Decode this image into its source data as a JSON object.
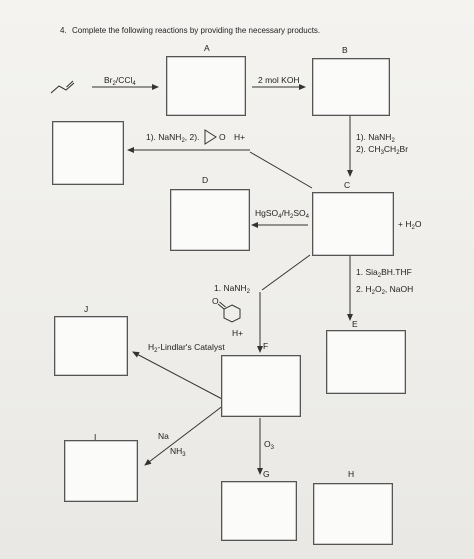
{
  "question": {
    "number": "4.",
    "prompt": "Complete the following reactions by providing the necessary products."
  },
  "box_labels": {
    "A": "A",
    "B": "B",
    "C": "C",
    "D": "D",
    "E": "E",
    "F": "F",
    "G": "G",
    "H": "H",
    "I": "I",
    "J": "J"
  },
  "reagents": {
    "br2_main": "Br",
    "br2_sub": "2",
    "ccl4_main": "/CCl",
    "ccl4_sub": "4",
    "koh": "2 mol KOH",
    "nanh2_epoxide_1": "1). NaNH",
    "nanh2_epoxide_1_sub": "2",
    "nanh2_epoxide_2": ",  2).",
    "epoxide_o": "O",
    "epoxide_h": "H+",
    "c_step1": "1). NaNH",
    "c_step1_sub": "2",
    "c_step2_a": "2). CH",
    "c_step2_sub1": "3",
    "c_step2_b": "CH",
    "c_step2_sub2": "2",
    "c_step2_c": "Br",
    "hgso4_a": "HgSO",
    "hgso4_sub1": "4",
    "hgso4_b": "/H",
    "hgso4_sub2": "2",
    "hgso4_c": "SO",
    "hgso4_sub3": "4",
    "water_a": "+  H",
    "water_sub": "2",
    "water_b": "O",
    "sia_a": "1. Sia",
    "sia_sub": "2",
    "sia_b": "BH.THF",
    "h2o2_a": "2. H",
    "h2o2_sub1": "2",
    "h2o2_b": "O",
    "h2o2_sub2": "2",
    "h2o2_c": ", NaOH",
    "nanh2_ketone_a": "1. NaNH",
    "nanh2_ketone_sub": "2",
    "ketone_o": "O",
    "ketone_h": "H+",
    "lindlar_a": "H",
    "lindlar_sub": "2",
    "lindlar_b": "-Lindlar's Catalyst",
    "na": "Na",
    "nh3_a": "NH",
    "nh3_sub": "3",
    "o3_a": "O",
    "o3_sub": "3"
  }
}
